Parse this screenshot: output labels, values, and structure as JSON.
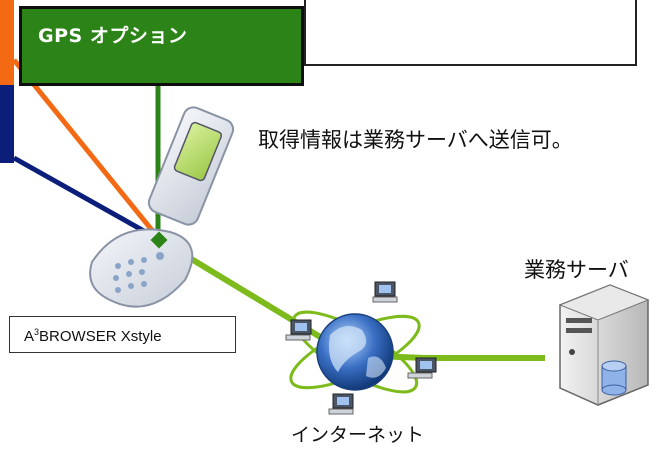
{
  "gps_option": {
    "label": "GPS オプション"
  },
  "note": {
    "text": "取得情報は業務サーバへ送信可。"
  },
  "phone": {
    "browser_prefix": "A",
    "browser_sup": "3",
    "browser_rest": "BROWSER Xstyle"
  },
  "network": {
    "label": "インターネット"
  },
  "server": {
    "label": "業務サーバ"
  },
  "colors": {
    "green_dark": "#2c8418",
    "green_light": "#7dbb1c",
    "orange": "#f46a14",
    "navy": "#0a1e7a"
  }
}
